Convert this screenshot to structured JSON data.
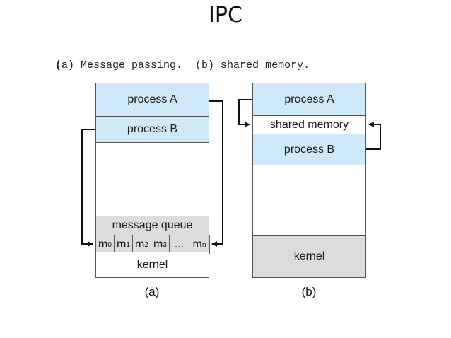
{
  "title": "IPC",
  "caption": {
    "open_paren": "(",
    "text": "a) Message passing.  (b) shared memory."
  },
  "diagram_a": {
    "process_a": "process A",
    "process_b": "process B",
    "message_queue": "message queue",
    "messages": [
      {
        "base": "m",
        "sub": "0"
      },
      {
        "base": "m",
        "sub": "1"
      },
      {
        "base": "m",
        "sub": "2"
      },
      {
        "base": "m",
        "sub": "3"
      },
      {
        "base": "...",
        "sub": ""
      },
      {
        "base": "m",
        "sub": "n"
      }
    ],
    "kernel": "kernel",
    "label": "(a)"
  },
  "diagram_b": {
    "process_a": "process A",
    "shared_memory": "shared memory",
    "process_b": "process B",
    "kernel": "kernel",
    "label": "(b)"
  },
  "colors": {
    "process": "#cfe9f8",
    "kernel_area": "#dcdcdc",
    "border": "#555555",
    "arrow": "#111111"
  }
}
